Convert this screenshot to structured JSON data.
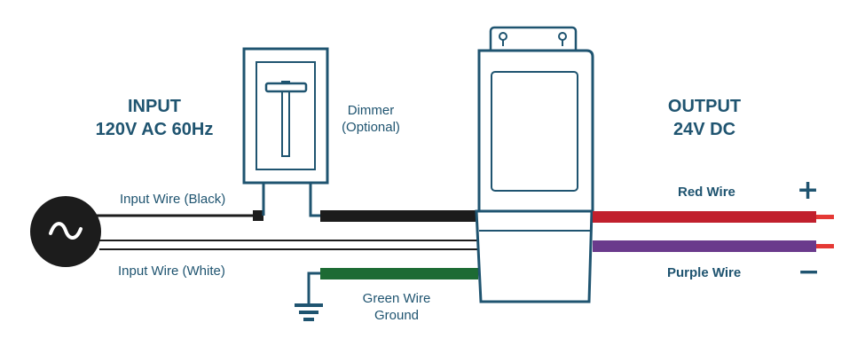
{
  "input": {
    "title": "INPUT",
    "spec": "120V AC 60Hz"
  },
  "output": {
    "title": "OUTPUT",
    "spec": "24V DC"
  },
  "dimmer": {
    "line1": "Dimmer",
    "line2": "(Optional)"
  },
  "wires": {
    "input_black": "Input Wire (Black)",
    "input_white": "Input Wire (White)",
    "green_line1": "Green Wire",
    "green_line2": "Ground",
    "red": "Red Wire",
    "purple": "Purple Wire"
  },
  "signs": {
    "positive": "+",
    "negative": "−"
  },
  "icons": {
    "ac_source": "ac-source-icon",
    "ground": "ground-icon",
    "dimmer": "dimmer-switch-icon",
    "driver": "power-supply-icon"
  },
  "colors": {
    "label": "#1f5470",
    "outline": "#1f5470",
    "black_wire": "#1c1c1c",
    "green_wire": "#1d6b34",
    "red_wire": "#c1202d",
    "purple_wire": "#6a3a8c",
    "tip": "#e53935"
  }
}
